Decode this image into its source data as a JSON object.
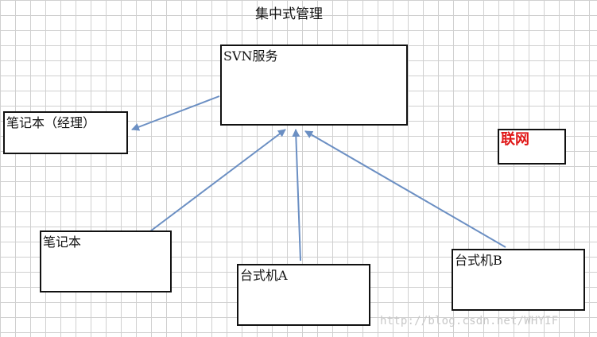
{
  "diagram": {
    "title": "集中式管理",
    "server": {
      "label": "SVN服务"
    },
    "clients": {
      "manager_laptop": {
        "label": "笔记本（经理）"
      },
      "laptop": {
        "label": "笔记本"
      },
      "desktop_a": {
        "label": "台式机A"
      },
      "desktop_b": {
        "label": "台式机B"
      }
    },
    "network_badge": {
      "label": "联网",
      "color": "#e01818"
    },
    "arrow_color": "#6b8fc3"
  },
  "watermark": "http://blog.csdn.net/WHYIF"
}
